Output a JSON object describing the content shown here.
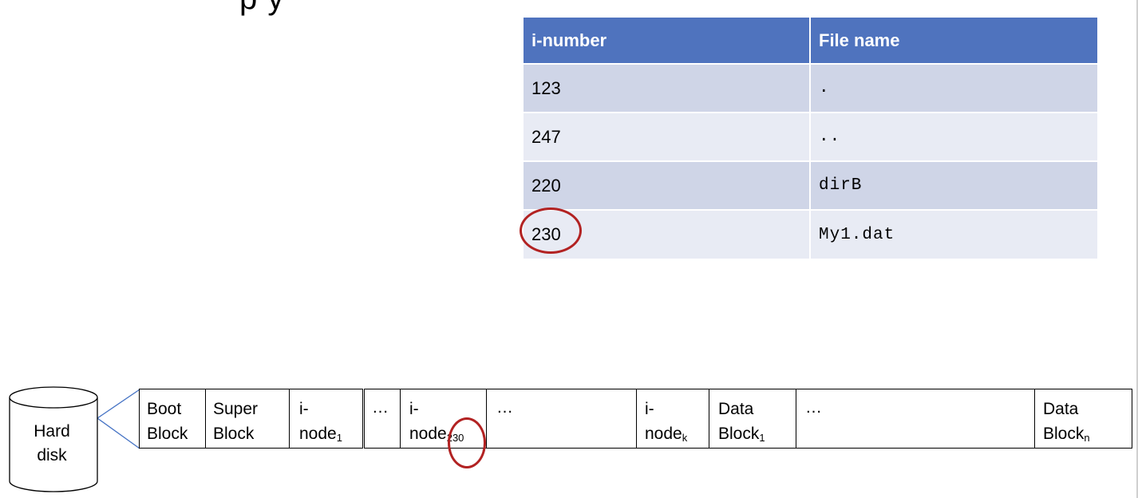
{
  "title": "p                        y",
  "directory_table": {
    "headers": [
      "i-number",
      "File name"
    ],
    "rows": [
      {
        "inum": "123",
        "name": "."
      },
      {
        "inum": "247",
        "name": ".."
      },
      {
        "inum": "220",
        "name": "dirB"
      },
      {
        "inum": "230",
        "name": "My1.dat"
      }
    ]
  },
  "hard_disk_label": [
    "Hard",
    "disk"
  ],
  "blocks": {
    "boot": [
      "Boot",
      "Block"
    ],
    "super": [
      "Super",
      "Block"
    ],
    "inode1": {
      "top": "i-",
      "bottom": "node",
      "sub": "1"
    },
    "ellipsis1": "…",
    "inode230": {
      "top": "i-",
      "bottom": "node",
      "sub": "230"
    },
    "ellipsis2": "…",
    "inodek": {
      "top": "i-",
      "bottom": "node",
      "sub": "k"
    },
    "data1": {
      "top": "Data",
      "bottom": "Block",
      "sub": "1"
    },
    "ellipsis3": "…",
    "datan": {
      "top": "Data",
      "bottom": "Block",
      "sub": "n"
    }
  },
  "colors": {
    "header": "#4f73be",
    "row_odd": "#cfd5e7",
    "row_even": "#e8ebf4",
    "highlight": "#b22222",
    "connector": "#4472c4"
  }
}
